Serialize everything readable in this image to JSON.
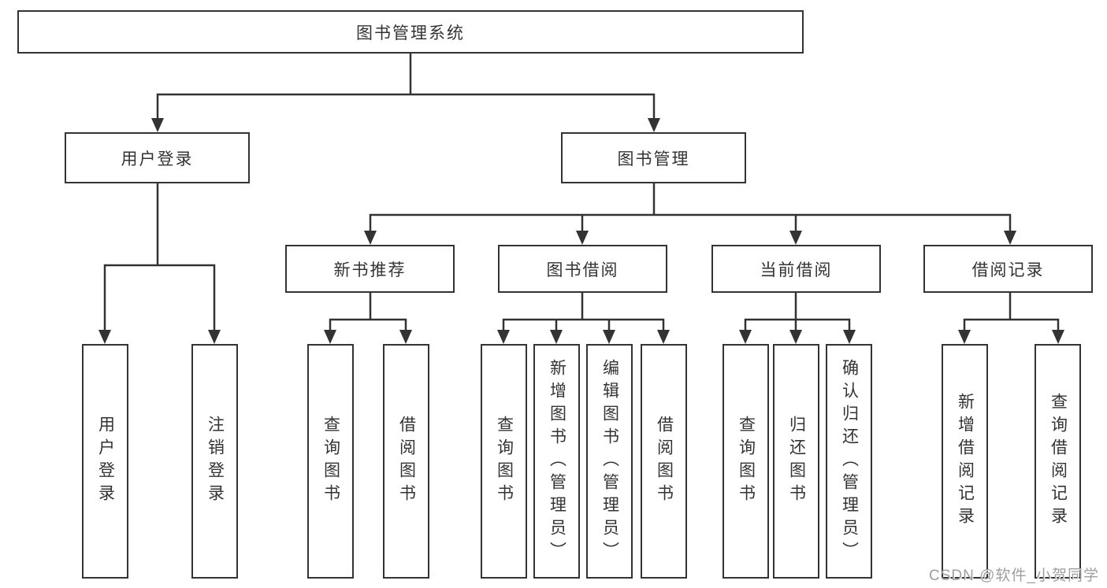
{
  "colors": {
    "line": "#333333",
    "text": "#333333",
    "watermark": "#9f9f9f",
    "background": "#ffffff"
  },
  "watermark": "CSDN @软件_小贺同学",
  "tree": {
    "root": {
      "label": "图书管理系统"
    },
    "level2": [
      {
        "label": "用户登录",
        "children": [
          {
            "label": "用户登录"
          },
          {
            "label": "注销登录"
          }
        ]
      },
      {
        "label": "图书管理",
        "modules": [
          {
            "label": "新书推荐",
            "children": [
              {
                "label": "查询图书"
              },
              {
                "label": "借阅图书"
              }
            ]
          },
          {
            "label": "图书借阅",
            "children": [
              {
                "label": "查询图书"
              },
              {
                "label": "新增图书（管理员）"
              },
              {
                "label": "编辑图书（管理员）"
              },
              {
                "label": "借阅图书"
              }
            ]
          },
          {
            "label": "当前借阅",
            "children": [
              {
                "label": "查询图书"
              },
              {
                "label": "归还图书"
              },
              {
                "label": "确认归还（管理员）"
              }
            ]
          },
          {
            "label": "借阅记录",
            "children": [
              {
                "label": "新增借阅记录"
              },
              {
                "label": "查询借阅记录"
              }
            ]
          }
        ]
      }
    ]
  }
}
